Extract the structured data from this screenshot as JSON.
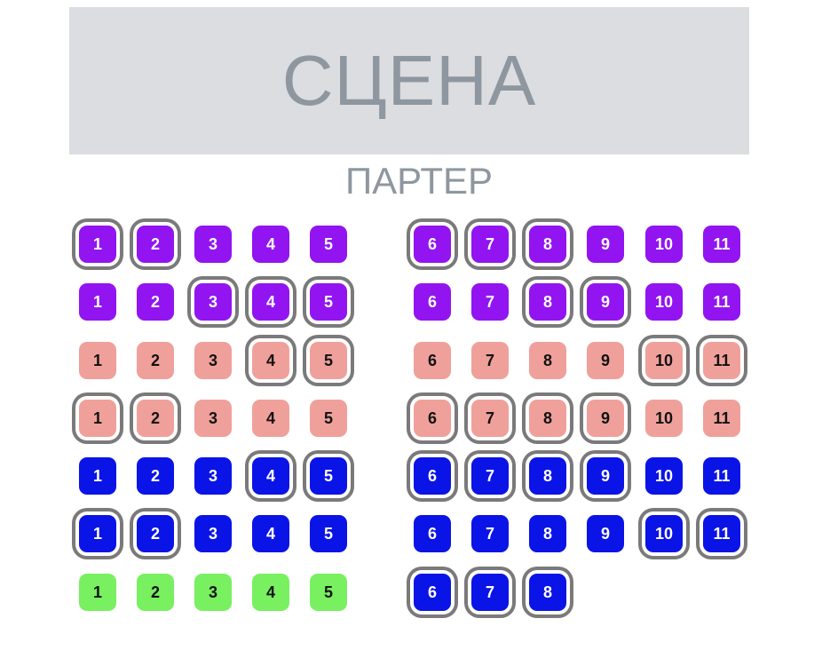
{
  "stage_label": "СЦЕНА",
  "hall_label": "ПАРТЕР",
  "colors": {
    "purple": "#9214f0",
    "pink": "#f0a09a",
    "blue": "#0a14e6",
    "green": "#78f060",
    "selected_outline": "#7a7a7a"
  },
  "rows": [
    {
      "color": "purple",
      "seats": [
        {
          "n": "1",
          "selected": true
        },
        {
          "n": "2",
          "selected": true
        },
        {
          "n": "3",
          "selected": false
        },
        {
          "n": "4",
          "selected": false
        },
        {
          "n": "5",
          "selected": false
        },
        {
          "n": "6",
          "selected": true
        },
        {
          "n": "7",
          "selected": true
        },
        {
          "n": "8",
          "selected": true
        },
        {
          "n": "9",
          "selected": false
        },
        {
          "n": "10",
          "selected": false
        },
        {
          "n": "11",
          "selected": false
        }
      ]
    },
    {
      "color": "purple",
      "seats": [
        {
          "n": "1",
          "selected": false
        },
        {
          "n": "2",
          "selected": false
        },
        {
          "n": "3",
          "selected": true
        },
        {
          "n": "4",
          "selected": true
        },
        {
          "n": "5",
          "selected": true
        },
        {
          "n": "6",
          "selected": false
        },
        {
          "n": "7",
          "selected": false
        },
        {
          "n": "8",
          "selected": true
        },
        {
          "n": "9",
          "selected": true
        },
        {
          "n": "10",
          "selected": false
        },
        {
          "n": "11",
          "selected": false
        }
      ]
    },
    {
      "color": "pink",
      "seats": [
        {
          "n": "1",
          "selected": false
        },
        {
          "n": "2",
          "selected": false
        },
        {
          "n": "3",
          "selected": false
        },
        {
          "n": "4",
          "selected": true
        },
        {
          "n": "5",
          "selected": true
        },
        {
          "n": "6",
          "selected": false
        },
        {
          "n": "7",
          "selected": false
        },
        {
          "n": "8",
          "selected": false
        },
        {
          "n": "9",
          "selected": false
        },
        {
          "n": "10",
          "selected": true
        },
        {
          "n": "11",
          "selected": true
        }
      ]
    },
    {
      "color": "pink",
      "seats": [
        {
          "n": "1",
          "selected": true
        },
        {
          "n": "2",
          "selected": true
        },
        {
          "n": "3",
          "selected": false
        },
        {
          "n": "4",
          "selected": false
        },
        {
          "n": "5",
          "selected": false
        },
        {
          "n": "6",
          "selected": true
        },
        {
          "n": "7",
          "selected": true
        },
        {
          "n": "8",
          "selected": true
        },
        {
          "n": "9",
          "selected": true
        },
        {
          "n": "10",
          "selected": false
        },
        {
          "n": "11",
          "selected": false
        }
      ]
    },
    {
      "color": "blue",
      "seats": [
        {
          "n": "1",
          "selected": false
        },
        {
          "n": "2",
          "selected": false
        },
        {
          "n": "3",
          "selected": false
        },
        {
          "n": "4",
          "selected": true
        },
        {
          "n": "5",
          "selected": true
        },
        {
          "n": "6",
          "selected": true
        },
        {
          "n": "7",
          "selected": true
        },
        {
          "n": "8",
          "selected": true
        },
        {
          "n": "9",
          "selected": true
        },
        {
          "n": "10",
          "selected": false
        },
        {
          "n": "11",
          "selected": false
        }
      ]
    },
    {
      "color": "blue",
      "seats": [
        {
          "n": "1",
          "selected": true
        },
        {
          "n": "2",
          "selected": true
        },
        {
          "n": "3",
          "selected": false
        },
        {
          "n": "4",
          "selected": false
        },
        {
          "n": "5",
          "selected": false
        },
        {
          "n": "6",
          "selected": false
        },
        {
          "n": "7",
          "selected": false
        },
        {
          "n": "8",
          "selected": false
        },
        {
          "n": "9",
          "selected": false
        },
        {
          "n": "10",
          "selected": true
        },
        {
          "n": "11",
          "selected": true
        }
      ]
    },
    {
      "color": "green",
      "seats": [
        {
          "n": "1",
          "selected": false
        },
        {
          "n": "2",
          "selected": false
        },
        {
          "n": "3",
          "selected": false
        },
        {
          "n": "4",
          "selected": false
        },
        {
          "n": "5",
          "selected": false
        }
      ]
    },
    {
      "color": "blue",
      "seats": [
        {
          "n": "6",
          "selected": true
        },
        {
          "n": "7",
          "selected": true
        },
        {
          "n": "8",
          "selected": true
        }
      ]
    }
  ]
}
